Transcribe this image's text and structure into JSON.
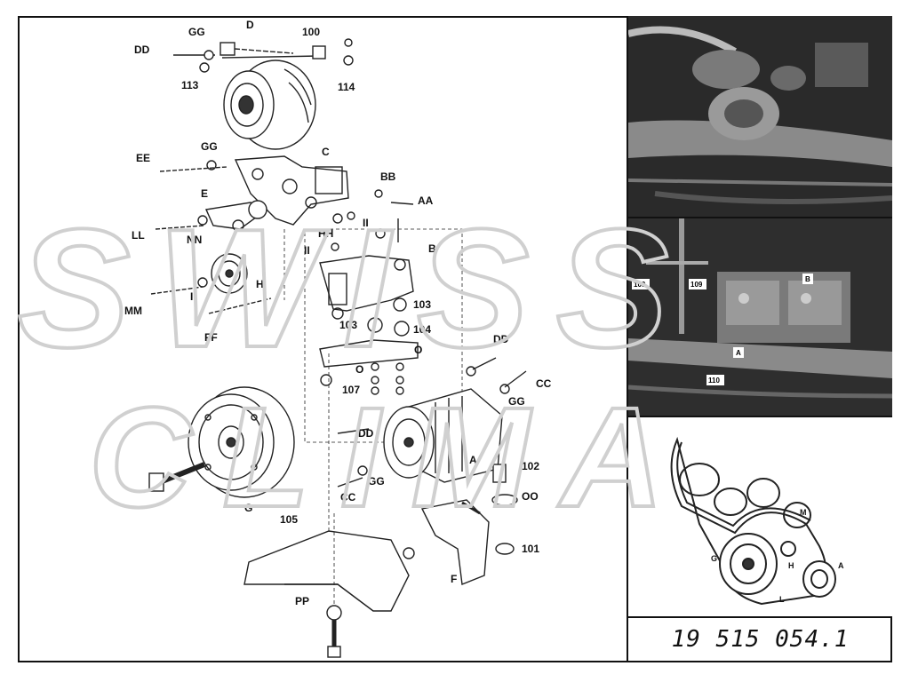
{
  "watermark": {
    "line1": "SWISS",
    "line2": "CLIMA"
  },
  "diagram": {
    "labels": {
      "DD_top": "DD",
      "GG_top": "GG",
      "D": "D",
      "n100": "100",
      "n113": "113",
      "n114": "114",
      "EE": "EE",
      "GG_mid": "GG",
      "C": "C",
      "BB": "BB",
      "AA": "AA",
      "E": "E",
      "LL": "LL",
      "NN": "NN",
      "HH": "HH",
      "II_a": "II",
      "II_b": "II",
      "B": "B",
      "MM": "MM",
      "I": "I",
      "H": "H",
      "FF": "FF",
      "n103a": "103",
      "n103b": "103",
      "n104": "104",
      "O1": "O",
      "O2": "O",
      "n107": "107",
      "DD_right": "DD",
      "CC_right": "CC",
      "GG_right": "GG",
      "DD_center": "DD",
      "A": "A",
      "G": "G",
      "CC_low": "CC",
      "GG_low": "GG",
      "n102": "102",
      "OO": "OO",
      "n105": "105",
      "n101": "101",
      "F": "F",
      "PP": "PP"
    }
  },
  "photo_labels": {
    "l109a": "109",
    "l109b": "109",
    "lB": "B",
    "lA": "A",
    "l110": "110"
  },
  "belt_labels": {
    "M": "M",
    "G": "G",
    "H": "H",
    "A": "A",
    "L": "L"
  },
  "part_number": "19 515 054.1",
  "colors": {
    "frame": "#111111",
    "photo_dark": "#2a2a2a",
    "watermark": "#d0d0d0",
    "watermark_red": "#c0392b",
    "watermark_teal": "#4a9aa0"
  }
}
